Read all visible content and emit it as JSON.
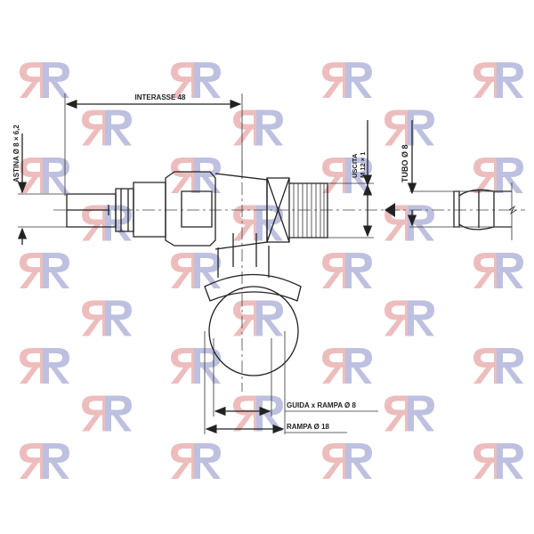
{
  "watermark": {
    "text": "RR",
    "colors": {
      "left": "#e8a8a8",
      "right": "#a9acd6"
    }
  },
  "dimensions": {
    "interasse": "INTERASSE 48",
    "astina": "ASTINA Ø 8 × 6,2",
    "uscita": "USCITA",
    "uscita_thread": "M 12 × 1",
    "tubo": "TUBO Ø 8",
    "guida": "GUIDA x RAMPA Ø 8",
    "rampa": "RAMPA Ø 18"
  }
}
